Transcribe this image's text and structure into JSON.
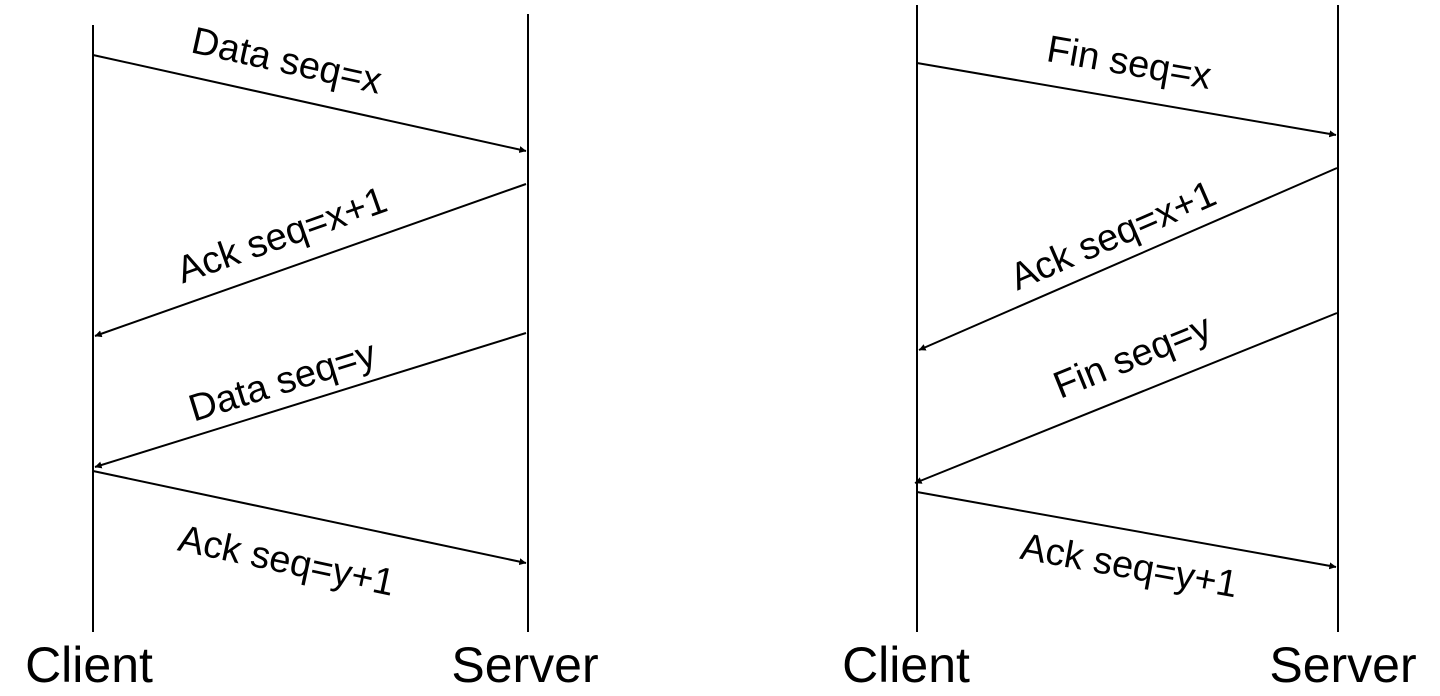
{
  "colors": {
    "line": "#000000",
    "background": "#ffffff"
  },
  "diagrams": [
    {
      "id": "data-exchange",
      "client_label": "Client",
      "server_label": "Server",
      "messages": [
        {
          "label": "Data seq=x",
          "direction": "client-to-server"
        },
        {
          "label": "Ack seq=x+1",
          "direction": "server-to-client"
        },
        {
          "label": "Data seq=y",
          "direction": "server-to-client"
        },
        {
          "label": "Ack seq=y+1",
          "direction": "client-to-server"
        }
      ]
    },
    {
      "id": "connection-close",
      "client_label": "Client",
      "server_label": "Server",
      "messages": [
        {
          "label": "Fin seq=x",
          "direction": "client-to-server"
        },
        {
          "label": "Ack seq=x+1",
          "direction": "server-to-client"
        },
        {
          "label": "Fin seq=y",
          "direction": "server-to-client"
        },
        {
          "label": "Ack seq=y+1",
          "direction": "client-to-server"
        }
      ]
    }
  ]
}
